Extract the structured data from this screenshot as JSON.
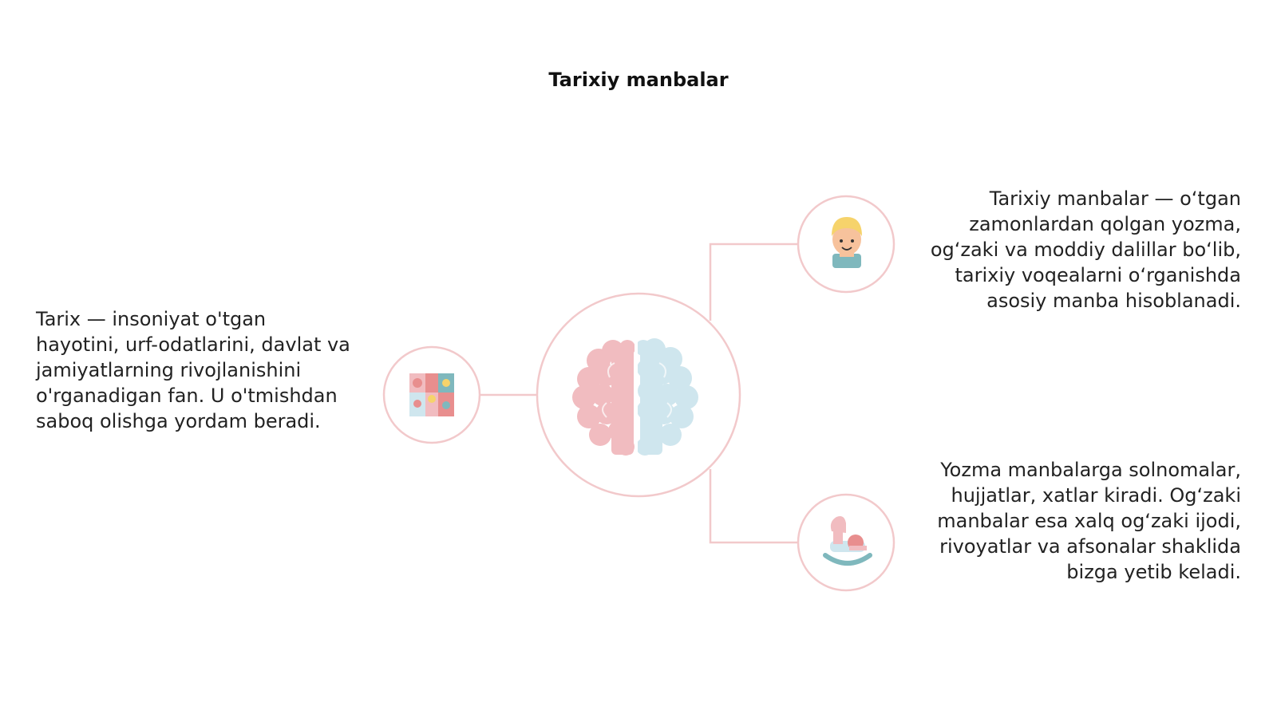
{
  "title": "Tarixiy manbalar",
  "blocks": {
    "left": "Tarix — insoniyat o'tgan hayotini, urf-odatlarini, davlat va jamiyatlarning rivojlanishini o'rganadigan fan. U o'tmishdan saboq olishga yordam beradi.",
    "right_top": "Tarixiy manbalar — o‘tgan zamonlardan qolgan yozma, og‘zaki va moddiy dalillar bo‘lib, tarixiy voqealarni o‘rganishda asosiy manba hisoblanadi.",
    "right_bottom": "Yozma manbalarga solnomalar, hujjatlar, xatlar kiradi. Og‘zaki manbalar esa xalq og‘zaki ijodi, rivoyatlar va afsonalar shaklida bizga yetib keladi."
  },
  "icons": {
    "center": "brain-icon",
    "left": "puzzle-icon",
    "right_top": "child-face-icon",
    "right_bottom": "rocking-horse-icon"
  },
  "colors": {
    "connector": "#f2c9cb",
    "brain_left": "#f1bcc0",
    "brain_right": "#cfe6ee",
    "skin": "#f7c29c",
    "hair": "#f6d36b",
    "teal": "#7fb8bd",
    "coral": "#e88e8e"
  }
}
